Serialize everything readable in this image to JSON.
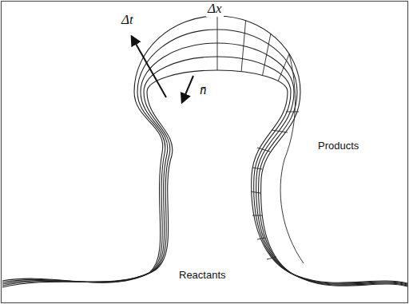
{
  "diagram": {
    "labels": [
      "Δt",
      "Δx",
      "n̄",
      "Products",
      "Reactants"
    ]
  }
}
